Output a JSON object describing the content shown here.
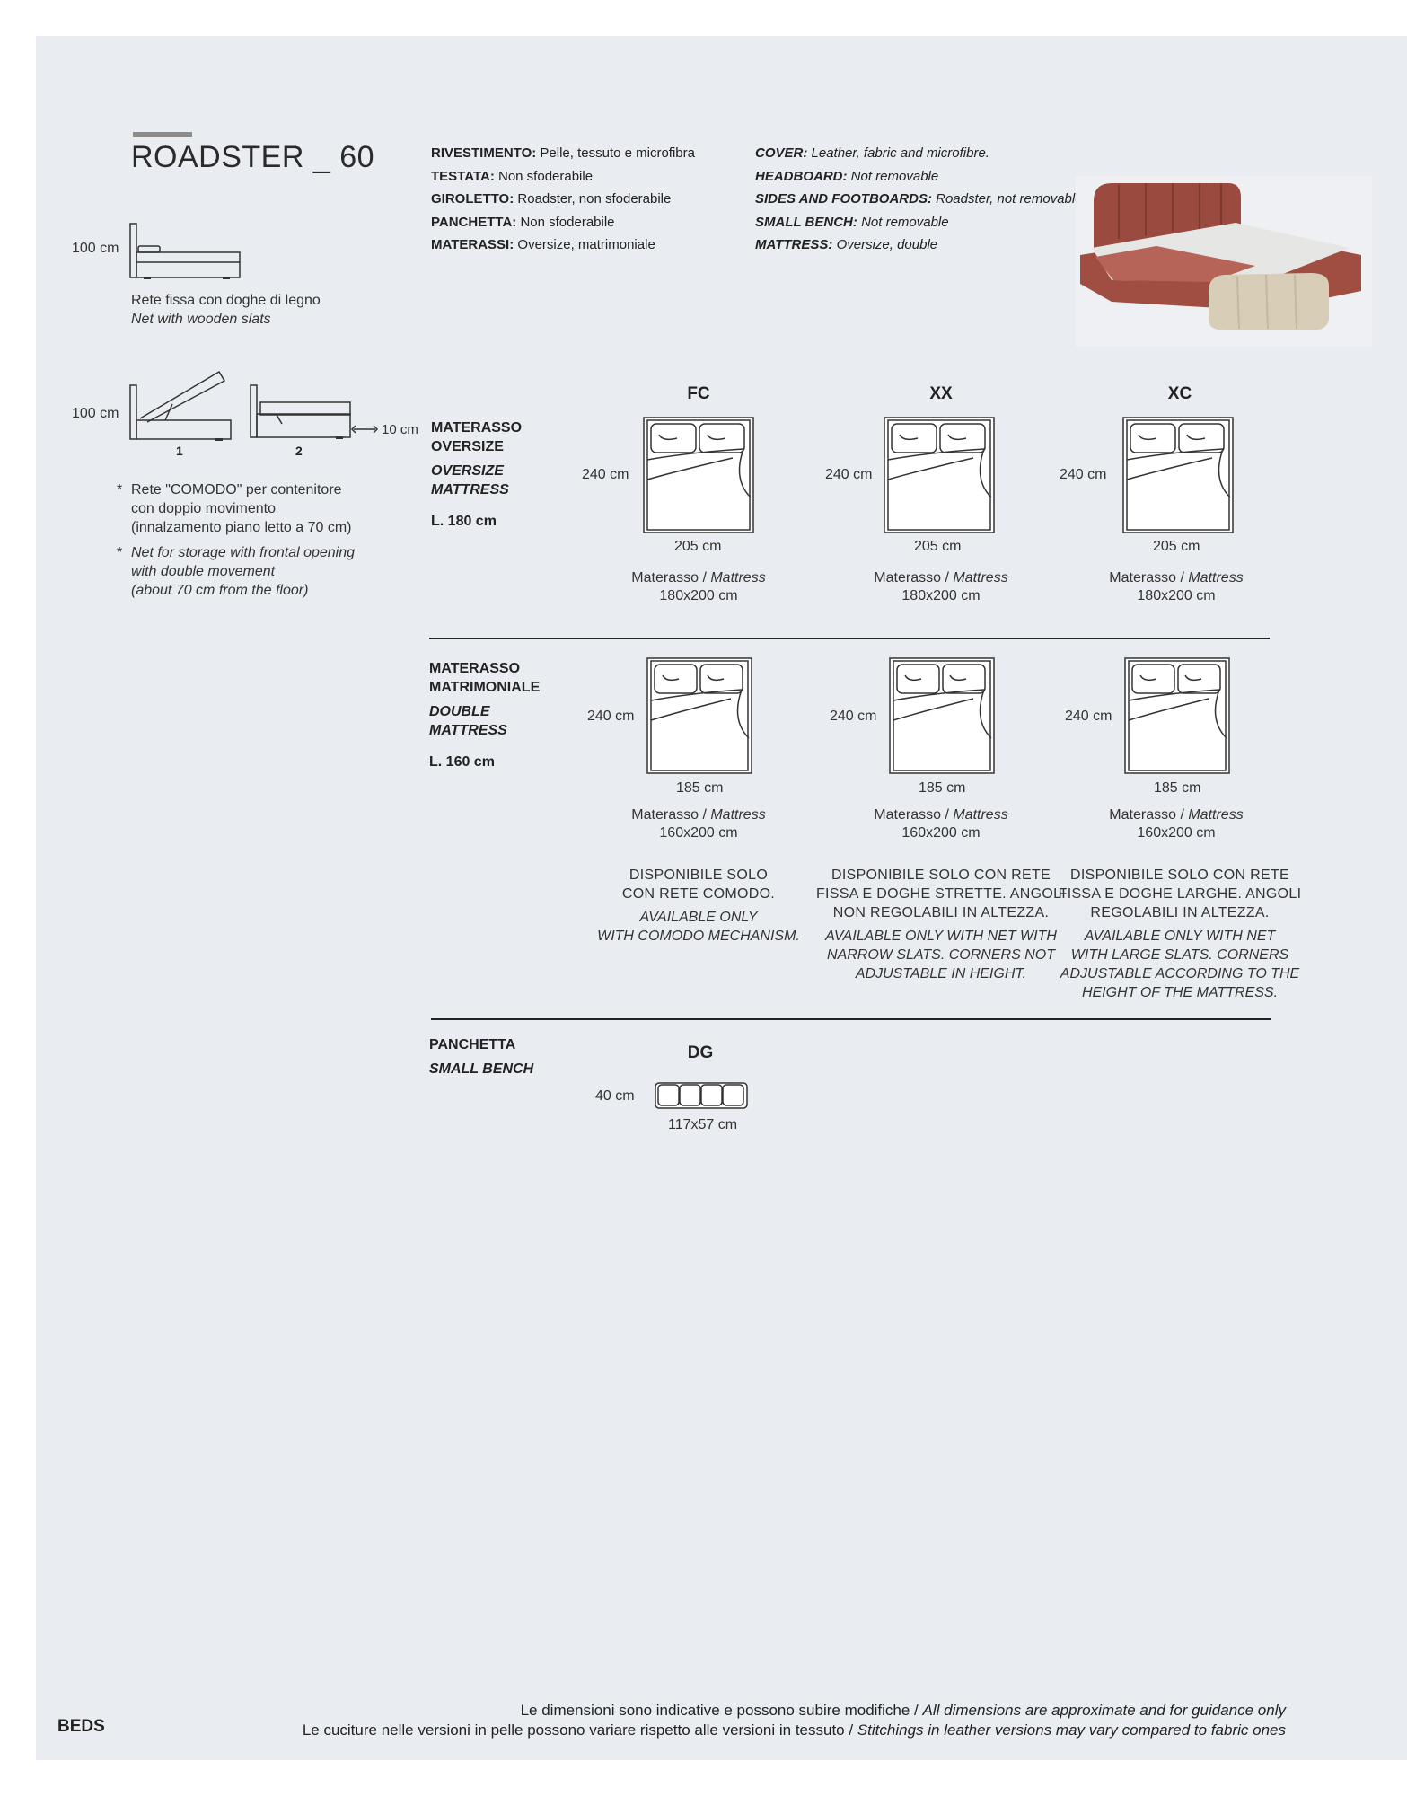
{
  "product": {
    "title": "ROADSTER _ 60"
  },
  "specs_it": [
    {
      "key": "RIVESTIMENTO:",
      "value": "Pelle, tessuto e microfibra"
    },
    {
      "key": "TESTATA:",
      "value": "Non sfoderabile"
    },
    {
      "key": "GIROLETTO:",
      "value": "Roadster, non sfoderabile"
    },
    {
      "key": "PANCHETTA:",
      "value": "Non sfoderabile"
    },
    {
      "key": "MATERASSI:",
      "value": "Oversize, matrimoniale"
    }
  ],
  "specs_en": [
    {
      "key": "COVER:",
      "value": "Leather, fabric and microfibre."
    },
    {
      "key": "HEADBOARD:",
      "value": "Not removable"
    },
    {
      "key": "SIDES AND FOOTBOARDS:",
      "value": "Roadster, not removable"
    },
    {
      "key": "SMALL BENCH:",
      "value": "Not removable"
    },
    {
      "key": "MATTRESS:",
      "value": "Oversize, double"
    }
  ],
  "side_views": {
    "fixed": {
      "height": "100 cm",
      "caption_it": "Rete fissa con doghe di legno",
      "caption_en": "Net with wooden slats"
    },
    "storage": {
      "height": "100 cm",
      "offset": "10 cm",
      "label_1": "1",
      "label_2": "2",
      "note_it_1": "Rete \"COMODO\" per contenitore",
      "note_it_2": "con  doppio movimento",
      "note_it_3": "(innalzamento piano letto a 70 cm)",
      "note_en_1": "Net for storage with frontal opening",
      "note_en_2": "with double movement",
      "note_en_3": "(about 70 cm from the floor)",
      "asterisk": "*"
    }
  },
  "oversize": {
    "title_it_1": "MATERASSO",
    "title_it_2": "OVERSIZE",
    "title_en_1": "OVERSIZE",
    "title_en_2": "MATTRESS",
    "width": "L. 180 cm",
    "beds": [
      {
        "code": "FC",
        "length": "240 cm",
        "width": "205 cm",
        "mattress_it": "Materasso /",
        "mattress_en": "Mattress",
        "size": "180x200 cm"
      },
      {
        "code": "XX",
        "length": "240 cm",
        "width": "205 cm",
        "mattress_it": "Materasso /",
        "mattress_en": "Mattress",
        "size": "180x200 cm"
      },
      {
        "code": "XC",
        "length": "240 cm",
        "width": "205 cm",
        "mattress_it": "Materasso /",
        "mattress_en": "Mattress",
        "size": "180x200 cm"
      }
    ]
  },
  "double": {
    "title_it_1": "MATERASSO",
    "title_it_2": "MATRIMONIALE",
    "title_en_1": "DOUBLE",
    "title_en_2": "MATTRESS",
    "width": "L. 160 cm",
    "beds": [
      {
        "length": "240 cm",
        "width": "185 cm",
        "mattress_it": "Materasso /",
        "mattress_en": "Mattress",
        "size": "160x200 cm",
        "avail_it": [
          "DISPONIBILE SOLO",
          "CON RETE COMODO."
        ],
        "avail_en": [
          "AVAILABLE ONLY",
          "WITH COMODO MECHANISM."
        ]
      },
      {
        "length": "240 cm",
        "width": "185 cm",
        "mattress_it": "Materasso /",
        "mattress_en": "Mattress",
        "size": "160x200 cm",
        "avail_it": [
          "DISPONIBILE SOLO CON RETE",
          "FISSA E DOGHE STRETTE. ANGOLI",
          "NON REGOLABILI IN ALTEZZA."
        ],
        "avail_en": [
          "AVAILABLE ONLY WITH NET WITH",
          "NARROW SLATS. CORNERS NOT",
          "ADJUSTABLE IN HEIGHT."
        ]
      },
      {
        "length": "240 cm",
        "width": "185 cm",
        "mattress_it": "Materasso /",
        "mattress_en": "Mattress",
        "size": "160x200 cm",
        "avail_it": [
          "DISPONIBILE SOLO CON RETE",
          "FISSA E DOGHE LARGHE. ANGOLI",
          "REGOLABILI IN ALTEZZA."
        ],
        "avail_en": [
          "AVAILABLE ONLY WITH  NET",
          "WITH LARGE SLATS. CORNERS",
          "ADJUSTABLE ACCORDING TO THE",
          "HEIGHT OF THE MATTRESS."
        ]
      }
    ]
  },
  "bench": {
    "title_it": "PANCHETTA",
    "title_en": "SMALL BENCH",
    "code": "DG",
    "height": "40 cm",
    "size": "117x57 cm"
  },
  "footer": {
    "section": "BEDS",
    "line1_it": "Le dimensioni sono indicative e possono subire modifiche /",
    "line1_en": "All dimensions are approximate and for guidance only",
    "line2_it": "Le cuciture nelle versioni in pelle possono variare rispetto alle versioni in tessuto /",
    "line2_en": "Stitchings in leather versions may vary compared to fabric ones"
  },
  "colors": {
    "page_bg": "#e9ecf1",
    "bed_frame": "#9a4a3e",
    "bench": "#d8ceb8"
  },
  "icons": [
    "bed-side-fixed-icon",
    "bed-side-storage-open-icon",
    "bed-side-storage-closed-icon",
    "bed-top-view-icon",
    "bench-top-view-icon",
    "product-photo"
  ]
}
